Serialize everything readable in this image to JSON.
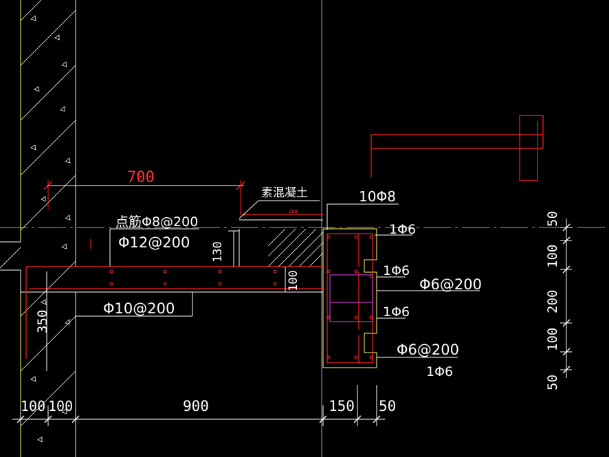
{
  "colors": {
    "background": "#000000",
    "wall": "#ffff66",
    "rebar": "#ff2020",
    "stirrup": "#cc33cc",
    "dimension": "#ffffff",
    "axis": "#8fa0ff",
    "hatch": "#ffffff"
  },
  "labels": {
    "dim_700": "700",
    "plain_concrete": "素混凝土",
    "dim_200_small": "200",
    "top_bars": "10Φ8",
    "distribution_bars": "点筋Φ8@200",
    "top_rebar": "Φ12@200",
    "bottom_rebar": "Φ10@200",
    "dim_130": "130",
    "dim_100_slab": "100",
    "dim_350": "350",
    "beam_bar_1": "1Φ6",
    "beam_bar_2": "1Φ6",
    "beam_stirrup_1": "Φ6@200",
    "beam_bar_3": "1Φ6",
    "beam_stirrup_2": "Φ6@200",
    "beam_bar_4": "1Φ6",
    "right_dim_50_top": "50",
    "right_dim_100_a": "100",
    "right_dim_200": "200",
    "right_dim_100_b": "100",
    "right_dim_50_bottom": "50",
    "bottom_dim_100_a": "100",
    "bottom_dim_100_b": "100",
    "bottom_dim_900": "900",
    "bottom_dim_150": "150",
    "bottom_dim_50": "50"
  }
}
